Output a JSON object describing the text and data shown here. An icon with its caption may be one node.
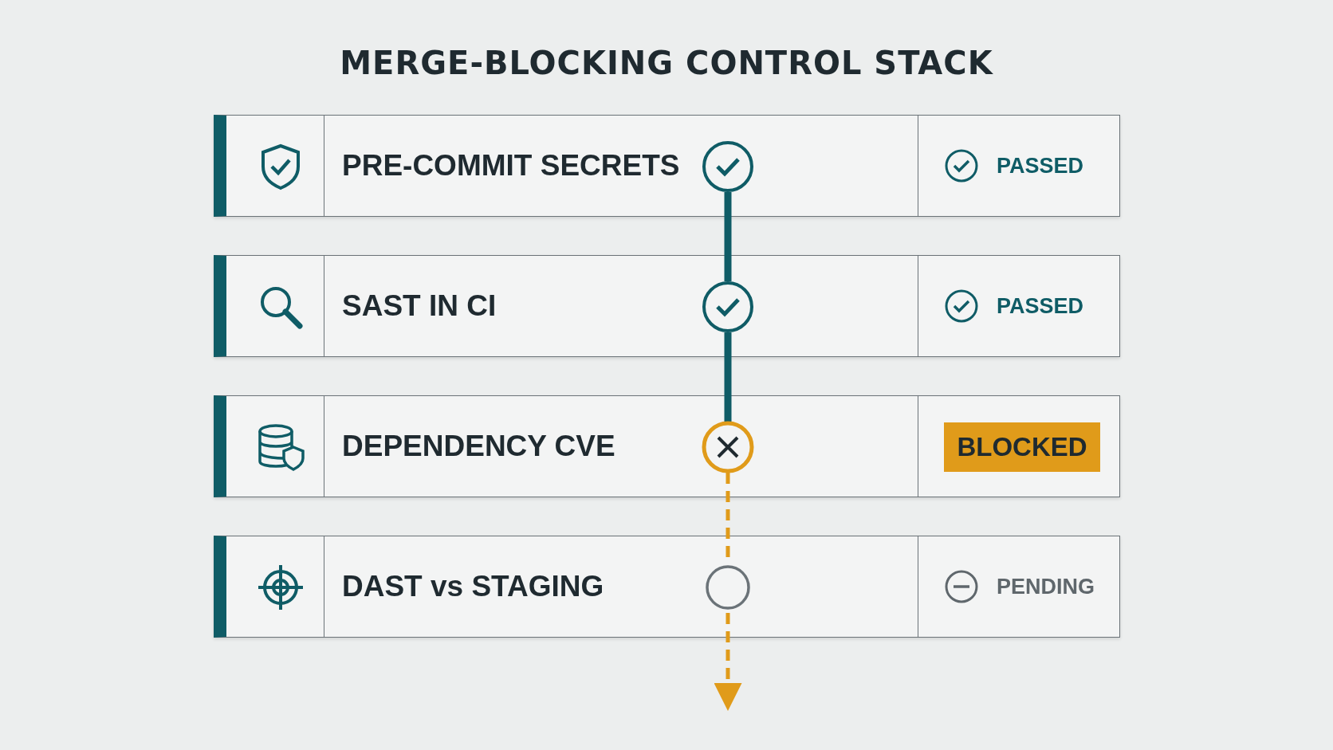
{
  "diagram": {
    "title": "MERGE-BLOCKING CONTROL STACK",
    "nodes": [
      {
        "text": [
          "PRE-COMMIT SECRETS",
          "PASSED"
        ]
      },
      {
        "text": [],
        "shape": "circle",
        "in": 0
      },
      {
        "text": [
          "SAST IN CI",
          "PASSED"
        ]
      },
      {
        "text": [],
        "shape": "circle",
        "in": 2
      },
      {
        "text": [
          "DEPENDENCY CVE",
          "BLOCKED"
        ]
      },
      {
        "text": [],
        "shape": "circle",
        "in": 4
      },
      {
        "text": [
          "DAST vs STAGING",
          "PENDING"
        ]
      },
      {
        "text": [],
        "shape": "circle",
        "in": 6
      }
    ],
    "edges": [
      {
        "from": 1,
        "to": 3,
        "arrow": "none",
        "style": "thick"
      },
      {
        "from": 3,
        "to": 5,
        "arrow": "none",
        "style": "thick"
      },
      {
        "from": 5,
        "to": 7,
        "arrow": "none",
        "style": "dashed",
        "color": "#e09b1a"
      },
      {
        "from": 7,
        "to": null,
        "arrow": "to",
        "style": "dashed",
        "color": "#e09b1a"
      }
    ]
  }
}
